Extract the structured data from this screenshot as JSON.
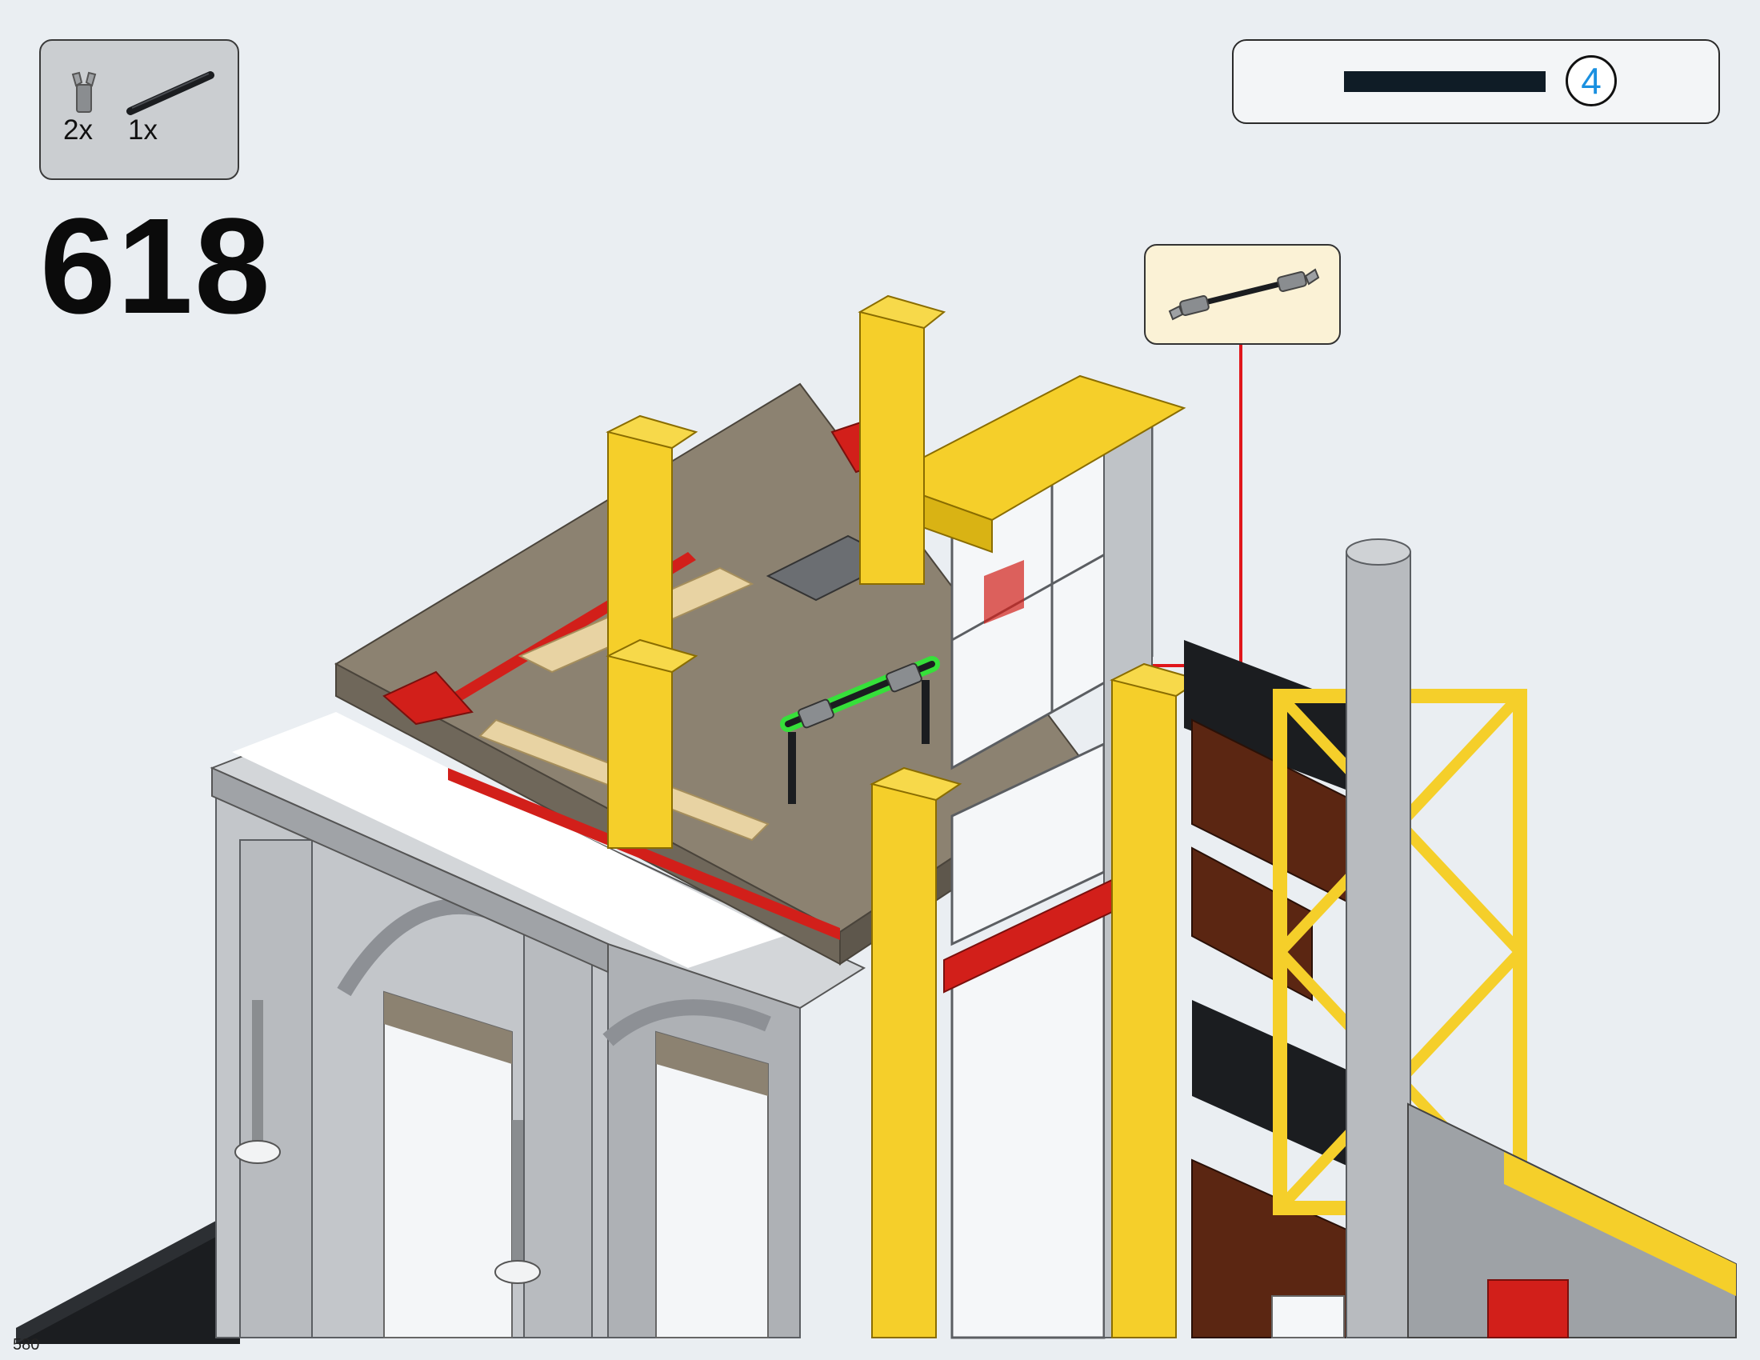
{
  "instruction": {
    "step_number": "618",
    "page_number": "580"
  },
  "parts_list": {
    "items": [
      {
        "icon": "clip-piece-icon",
        "quantity": "2x",
        "color": "#8a8d90"
      },
      {
        "icon": "bar-piece-icon",
        "quantity": "1x",
        "color": "#1b1d20"
      }
    ]
  },
  "submodel": {
    "quantity": "4",
    "bar_color": "#0f1c26",
    "number_color": "#1a90e0"
  },
  "callout": {
    "icon": "bar-with-clips-assembly-icon",
    "arrow_color": "#e0161b"
  },
  "model": {
    "name": "building-model-illustration",
    "colors": {
      "yellow": "#f5cf2a",
      "light_gray": "#bfc3c7",
      "dark_tan": "#8c8271",
      "tan": "#e8d3a3",
      "red": "#d21f1a",
      "reddish_brown": "#5b2612",
      "black": "#1b1d20"
    }
  }
}
